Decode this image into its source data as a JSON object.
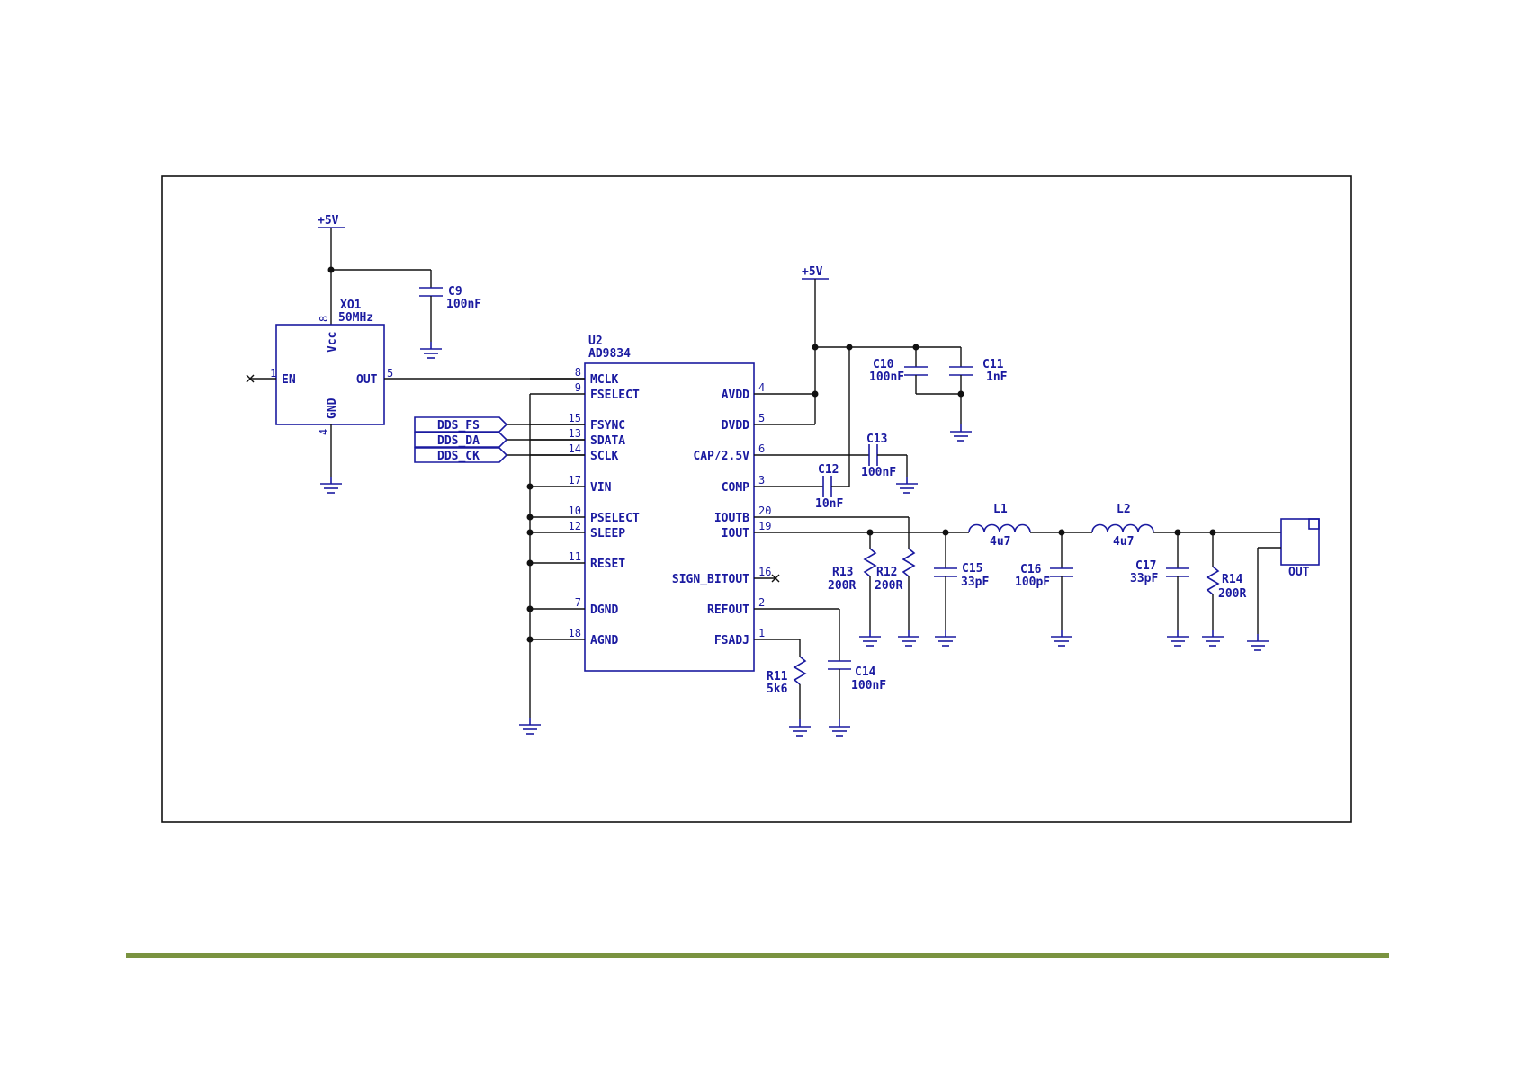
{
  "colors": {
    "component": "#1a1aa0",
    "wire": "#111111",
    "footer_bar": "#7a9340",
    "background": "#ffffff"
  },
  "power": {
    "label": "+5V"
  },
  "xo1": {
    "ref": "XO1",
    "value": "50MHz",
    "pins": {
      "en": "EN",
      "out": "OUT",
      "vcc": "Vcc",
      "gnd": "GND",
      "n1": "1",
      "n5": "5",
      "n8": "8",
      "n4": "4"
    }
  },
  "c9": {
    "ref": "C9",
    "value": "100nF"
  },
  "c10": {
    "ref": "C10",
    "value": "100nF"
  },
  "c11": {
    "ref": "C11",
    "value": "1nF"
  },
  "c12": {
    "ref": "C12",
    "value": "10nF"
  },
  "c13": {
    "ref": "C13",
    "value": "100nF"
  },
  "c14": {
    "ref": "C14",
    "value": "100nF"
  },
  "c15": {
    "ref": "C15",
    "value": "33pF"
  },
  "c16": {
    "ref": "C16",
    "value": "100pF"
  },
  "c17": {
    "ref": "C17",
    "value": "33pF"
  },
  "r11": {
    "ref": "R11",
    "value": "5k6"
  },
  "r12": {
    "ref": "R12",
    "value": "200R"
  },
  "r13": {
    "ref": "R13",
    "value": "200R"
  },
  "r14": {
    "ref": "R14",
    "value": "200R"
  },
  "l1": {
    "ref": "L1",
    "value": "4u7"
  },
  "l2": {
    "ref": "L2",
    "value": "4u7"
  },
  "u2": {
    "ref": "U2",
    "value": "AD9834",
    "left_pins": [
      {
        "num": "8",
        "name": "MCLK"
      },
      {
        "num": "9",
        "name": "FSELECT"
      },
      {
        "num": "15",
        "name": "FSYNC"
      },
      {
        "num": "13",
        "name": "SDATA"
      },
      {
        "num": "14",
        "name": "SCLK"
      },
      {
        "num": "17",
        "name": "VIN"
      },
      {
        "num": "10",
        "name": "PSELECT"
      },
      {
        "num": "12",
        "name": "SLEEP"
      },
      {
        "num": "11",
        "name": "RESET"
      },
      {
        "num": "7",
        "name": "DGND"
      },
      {
        "num": "18",
        "name": "AGND"
      }
    ],
    "right_pins": [
      {
        "num": "4",
        "name": "AVDD"
      },
      {
        "num": "5",
        "name": "DVDD"
      },
      {
        "num": "6",
        "name": "CAP/2.5V"
      },
      {
        "num": "3",
        "name": "COMP"
      },
      {
        "num": "20",
        "name": "IOUTB"
      },
      {
        "num": "19",
        "name": "IOUT"
      },
      {
        "num": "16",
        "name": "SIGN_BITOUT"
      },
      {
        "num": "2",
        "name": "REFOUT"
      },
      {
        "num": "1",
        "name": "FSADJ"
      }
    ]
  },
  "nets": {
    "fs": "DDS_FS",
    "da": "DDS_DA",
    "ck": "DDS_CK"
  },
  "connector": {
    "label": "OUT"
  }
}
